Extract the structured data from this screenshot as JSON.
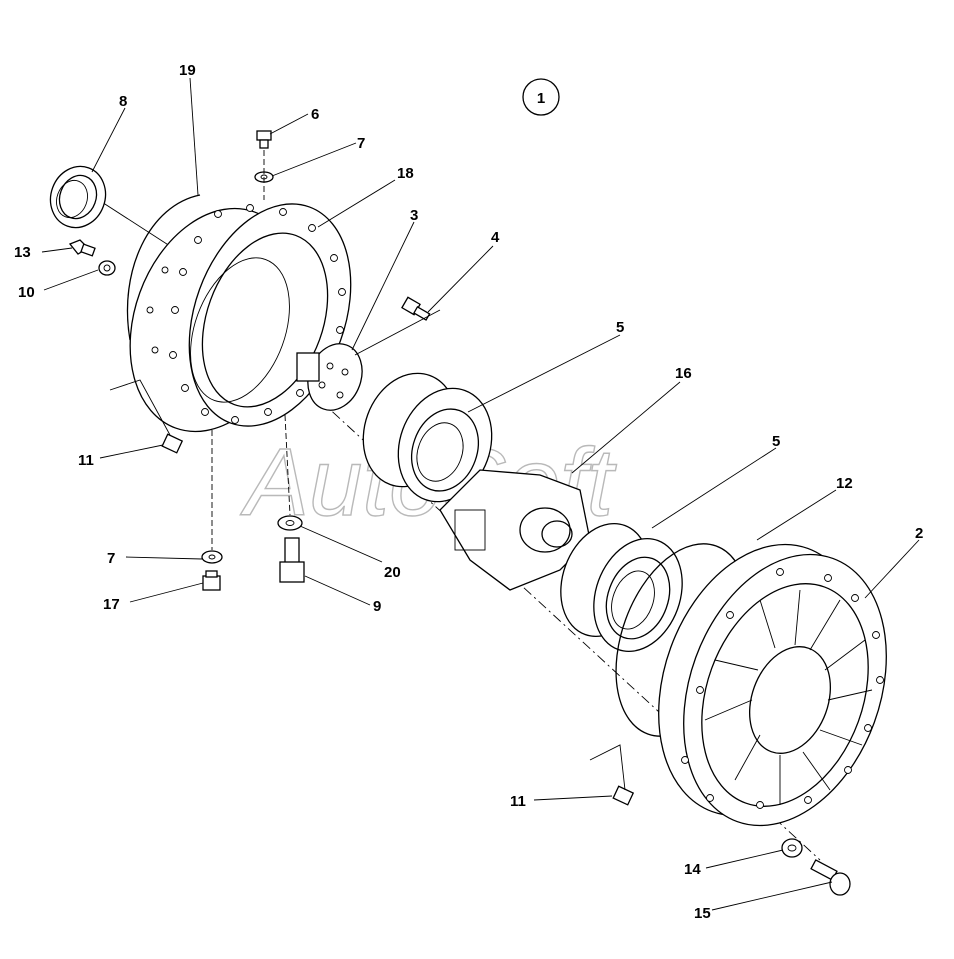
{
  "figure": {
    "number": "1",
    "watermark": "AutoSoft"
  },
  "callouts": [
    {
      "id": "c19",
      "text": "19"
    },
    {
      "id": "c8",
      "text": "8"
    },
    {
      "id": "c6",
      "text": "6"
    },
    {
      "id": "c7a",
      "text": "7"
    },
    {
      "id": "c18",
      "text": "18"
    },
    {
      "id": "c3",
      "text": "3"
    },
    {
      "id": "c4",
      "text": "4"
    },
    {
      "id": "c13",
      "text": "13"
    },
    {
      "id": "c10",
      "text": "10"
    },
    {
      "id": "c5a",
      "text": "5"
    },
    {
      "id": "c16",
      "text": "16"
    },
    {
      "id": "c5b",
      "text": "5"
    },
    {
      "id": "c12",
      "text": "12"
    },
    {
      "id": "c2",
      "text": "2"
    },
    {
      "id": "c11a",
      "text": "11"
    },
    {
      "id": "c7b",
      "text": "7"
    },
    {
      "id": "c20",
      "text": "20"
    },
    {
      "id": "c17",
      "text": "17"
    },
    {
      "id": "c9",
      "text": "9"
    },
    {
      "id": "c11b",
      "text": "11"
    },
    {
      "id": "c14",
      "text": "14"
    },
    {
      "id": "c15",
      "text": "15"
    }
  ]
}
